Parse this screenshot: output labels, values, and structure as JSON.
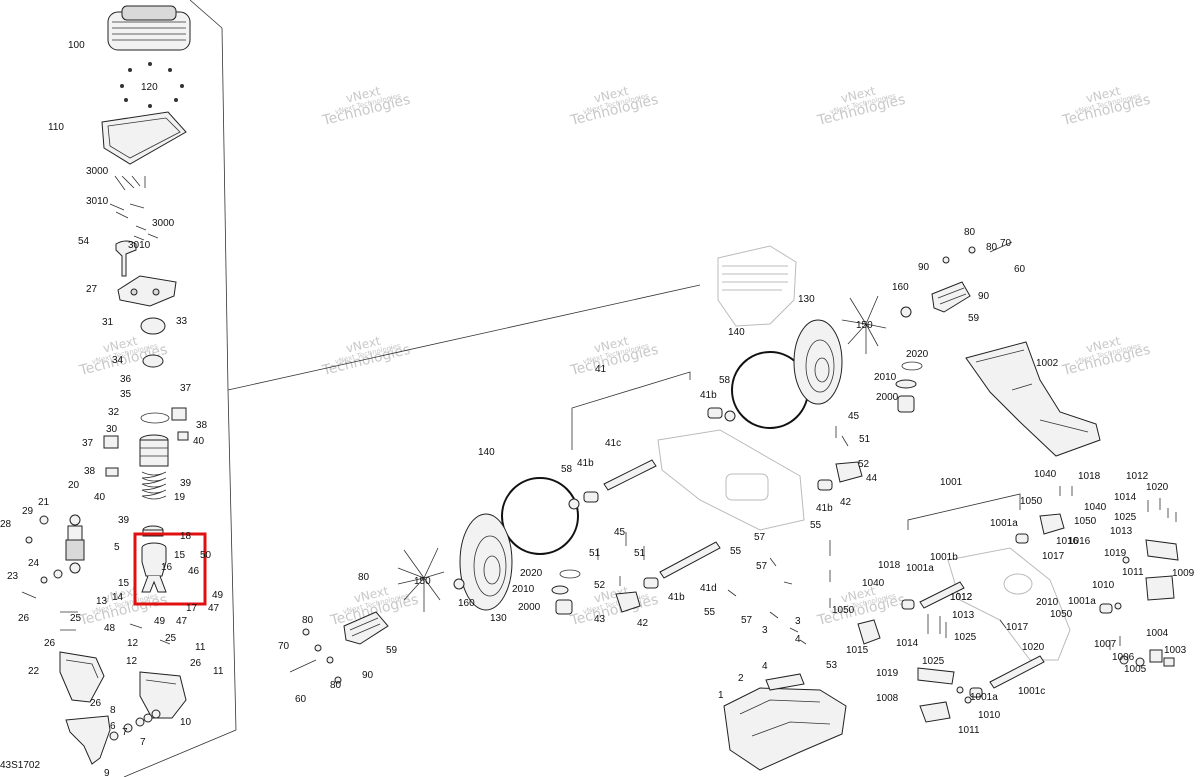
{
  "figure_code": "43S1702",
  "watermark": {
    "line1": "vNext",
    "line2": "Technologies",
    "small": "vNext Technologies"
  },
  "highlight_color": "#e01010",
  "callouts": [
    {
      "text": "100"
    },
    {
      "text": "120"
    },
    {
      "text": "110"
    },
    {
      "text": "3000"
    },
    {
      "text": "3010"
    },
    {
      "text": "3000"
    },
    {
      "text": "3010"
    },
    {
      "text": "54"
    },
    {
      "text": "27"
    },
    {
      "text": "31"
    },
    {
      "text": "33"
    },
    {
      "text": "34"
    },
    {
      "text": "36"
    },
    {
      "text": "35"
    },
    {
      "text": "37"
    },
    {
      "text": "32"
    },
    {
      "text": "38"
    },
    {
      "text": "30"
    },
    {
      "text": "40"
    },
    {
      "text": "37"
    },
    {
      "text": "39"
    },
    {
      "text": "38"
    },
    {
      "text": "19"
    },
    {
      "text": "40"
    },
    {
      "text": "39"
    },
    {
      "text": "20"
    },
    {
      "text": "21"
    },
    {
      "text": "29"
    },
    {
      "text": "28"
    },
    {
      "text": "24"
    },
    {
      "text": "23"
    },
    {
      "text": "5"
    },
    {
      "text": "15"
    },
    {
      "text": "18"
    },
    {
      "text": "16"
    },
    {
      "text": "50"
    },
    {
      "text": "46"
    },
    {
      "text": "15"
    },
    {
      "text": "14"
    },
    {
      "text": "13"
    },
    {
      "text": "49"
    },
    {
      "text": "47"
    },
    {
      "text": "17"
    },
    {
      "text": "47"
    },
    {
      "text": "49"
    },
    {
      "text": "48"
    },
    {
      "text": "26"
    },
    {
      "text": "25"
    },
    {
      "text": "25"
    },
    {
      "text": "26"
    },
    {
      "text": "12"
    },
    {
      "text": "11"
    },
    {
      "text": "26"
    },
    {
      "text": "22"
    },
    {
      "text": "11"
    },
    {
      "text": "12"
    },
    {
      "text": "26"
    },
    {
      "text": "8"
    },
    {
      "text": "6"
    },
    {
      "text": "7"
    },
    {
      "text": "10"
    },
    {
      "text": "7"
    },
    {
      "text": "9"
    },
    {
      "text": "41"
    },
    {
      "text": "41b"
    },
    {
      "text": "58"
    },
    {
      "text": "41c"
    },
    {
      "text": "41b"
    },
    {
      "text": "58"
    },
    {
      "text": "140"
    },
    {
      "text": "140"
    },
    {
      "text": "45"
    },
    {
      "text": "51"
    },
    {
      "text": "51"
    },
    {
      "text": "52"
    },
    {
      "text": "2020"
    },
    {
      "text": "2010"
    },
    {
      "text": "2000"
    },
    {
      "text": "43"
    },
    {
      "text": "42"
    },
    {
      "text": "41b"
    },
    {
      "text": "41d"
    },
    {
      "text": "55"
    },
    {
      "text": "57"
    },
    {
      "text": "55"
    },
    {
      "text": "57"
    },
    {
      "text": "150"
    },
    {
      "text": "160"
    },
    {
      "text": "130"
    },
    {
      "text": "80"
    },
    {
      "text": "70"
    },
    {
      "text": "80"
    },
    {
      "text": "59"
    },
    {
      "text": "90"
    },
    {
      "text": "80"
    },
    {
      "text": "60"
    },
    {
      "text": "130"
    },
    {
      "text": "150"
    },
    {
      "text": "160"
    },
    {
      "text": "80"
    },
    {
      "text": "80"
    },
    {
      "text": "70"
    },
    {
      "text": "90"
    },
    {
      "text": "90"
    },
    {
      "text": "60"
    },
    {
      "text": "59"
    },
    {
      "text": "2020"
    },
    {
      "text": "2010"
    },
    {
      "text": "2000"
    },
    {
      "text": "45"
    },
    {
      "text": "51"
    },
    {
      "text": "52"
    },
    {
      "text": "44"
    },
    {
      "text": "41b"
    },
    {
      "text": "42"
    },
    {
      "text": "1002"
    },
    {
      "text": "1001"
    },
    {
      "text": "1040"
    },
    {
      "text": "1018"
    },
    {
      "text": "1012"
    },
    {
      "text": "1014"
    },
    {
      "text": "1020"
    },
    {
      "text": "1050"
    },
    {
      "text": "1040"
    },
    {
      "text": "1050"
    },
    {
      "text": "2010"
    },
    {
      "text": "1025"
    },
    {
      "text": "1013"
    },
    {
      "text": "1016"
    },
    {
      "text": "1019"
    },
    {
      "text": "1001a"
    },
    {
      "text": "1017"
    },
    {
      "text": "1018"
    },
    {
      "text": "1001b"
    },
    {
      "text": "1040"
    },
    {
      "text": "1001a"
    },
    {
      "text": "1012"
    },
    {
      "text": "1011"
    },
    {
      "text": "1009"
    },
    {
      "text": "1010"
    },
    {
      "text": "1001a"
    },
    {
      "text": "1050"
    },
    {
      "text": "1020"
    },
    {
      "text": "1017"
    },
    {
      "text": "1014"
    },
    {
      "text": "1025"
    },
    {
      "text": "1013"
    },
    {
      "text": "1004"
    },
    {
      "text": "1007"
    },
    {
      "text": "1006"
    },
    {
      "text": "1005"
    },
    {
      "text": "1003"
    },
    {
      "text": "1015"
    },
    {
      "text": "1025"
    },
    {
      "text": "1019"
    },
    {
      "text": "1001c"
    },
    {
      "text": "1008"
    },
    {
      "text": "1010"
    },
    {
      "text": "1001a"
    },
    {
      "text": "1011"
    },
    {
      "text": "3"
    },
    {
      "text": "3"
    },
    {
      "text": "4"
    },
    {
      "text": "4"
    },
    {
      "text": "53"
    },
    {
      "text": "2"
    },
    {
      "text": "1"
    },
    {
      "text": "55"
    },
    {
      "text": "57"
    },
    {
      "text": "1012"
    },
    {
      "text": "1016"
    },
    {
      "text": "1050"
    }
  ]
}
